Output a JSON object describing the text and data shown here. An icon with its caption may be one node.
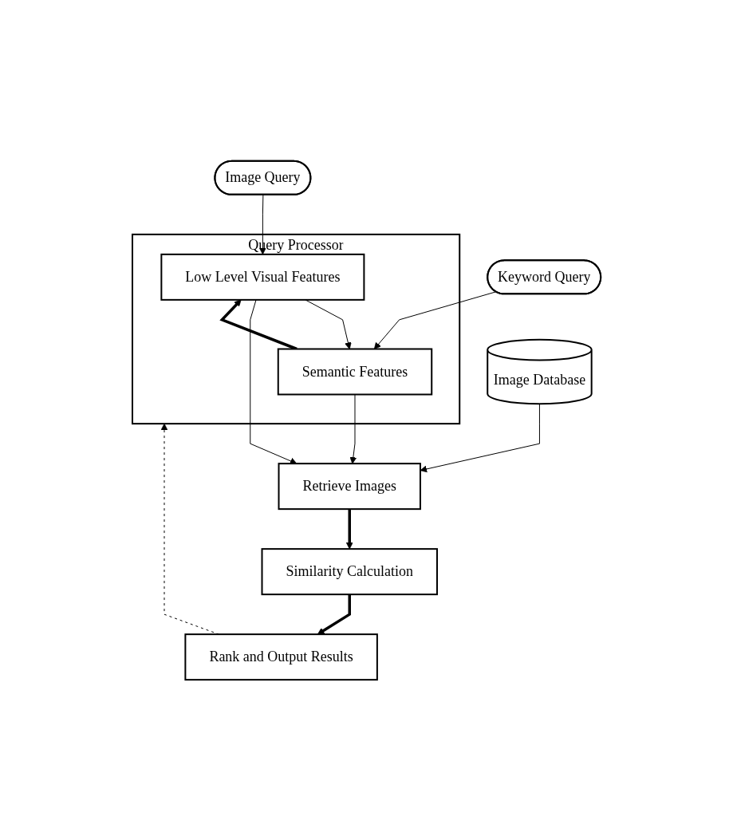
{
  "diagram": {
    "nodes": [
      {
        "text": [
          "Image Query"
        ]
      },
      {
        "text": [
          "Keyword Query"
        ]
      },
      {
        "text": [
          "Query Processor"
        ]
      },
      {
        "text": [
          "Low Level Visual Features"
        ],
        "in": 2
      },
      {
        "text": [
          "Semantic Features"
        ],
        "in": 2
      },
      {
        "text": [
          "Retrieve Images"
        ]
      },
      {
        "text": [
          "Image Database"
        ]
      },
      {
        "text": [
          "Similarity Calculation"
        ]
      },
      {
        "text": [
          "Rank and Output Results"
        ]
      }
    ],
    "edges": [
      {
        "from": 0,
        "to": 3,
        "arrow": "to"
      },
      {
        "from": 1,
        "to": 4,
        "arrow": "to"
      },
      {
        "from": 3,
        "to": 4,
        "arrow": "to"
      },
      {
        "from": 4,
        "to": 3,
        "arrow": "to",
        "style": "thick"
      },
      {
        "from": 3,
        "to": 5,
        "arrow": "to"
      },
      {
        "from": 4,
        "to": 5,
        "arrow": "to"
      },
      {
        "from": 6,
        "to": 5,
        "arrow": "to"
      },
      {
        "from": 5,
        "to": 7,
        "arrow": "to",
        "style": "thick"
      },
      {
        "from": 7,
        "to": 8,
        "arrow": "to",
        "style": "thick"
      },
      {
        "from": 8,
        "to": 2,
        "arrow": "to",
        "style": "dashed"
      }
    ]
  }
}
